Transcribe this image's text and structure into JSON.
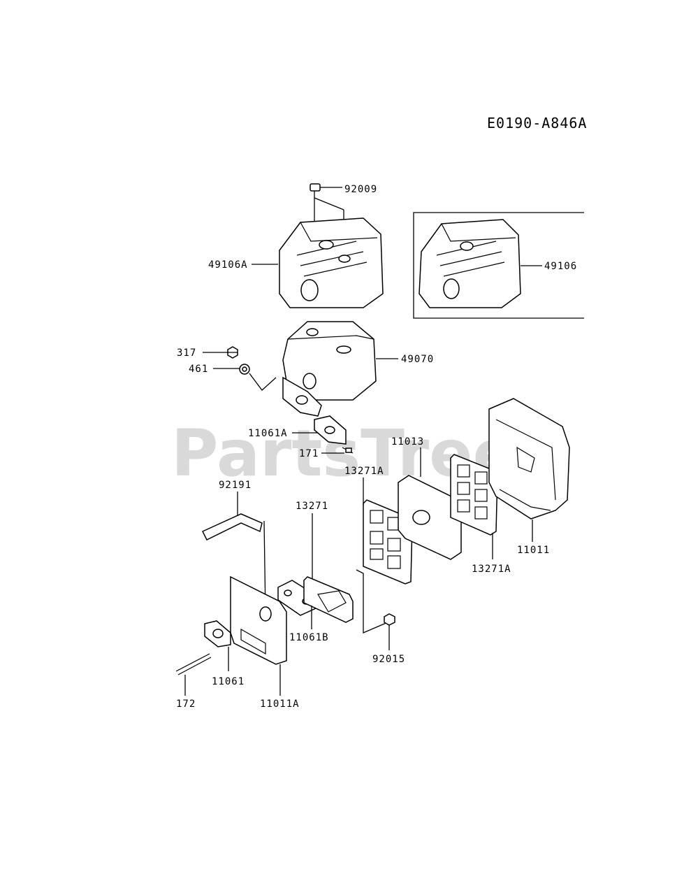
{
  "diagram_code": "E0190-A846A",
  "watermark": "PartsTree",
  "parts": {
    "p92009": "92009",
    "p49106A": "49106A",
    "p49106": "49106",
    "p317": "317",
    "p461": "461",
    "p49070": "49070",
    "p11061A": "11061A",
    "p171": "171",
    "p11013": "11013",
    "p13271A_left": "13271A",
    "p92191": "92191",
    "p13271": "13271",
    "p11011": "11011",
    "p13271A_right": "13271A",
    "p11061B": "11061B",
    "p92015": "92015",
    "p11061": "11061",
    "p172": "172",
    "p11011A": "11011A"
  }
}
